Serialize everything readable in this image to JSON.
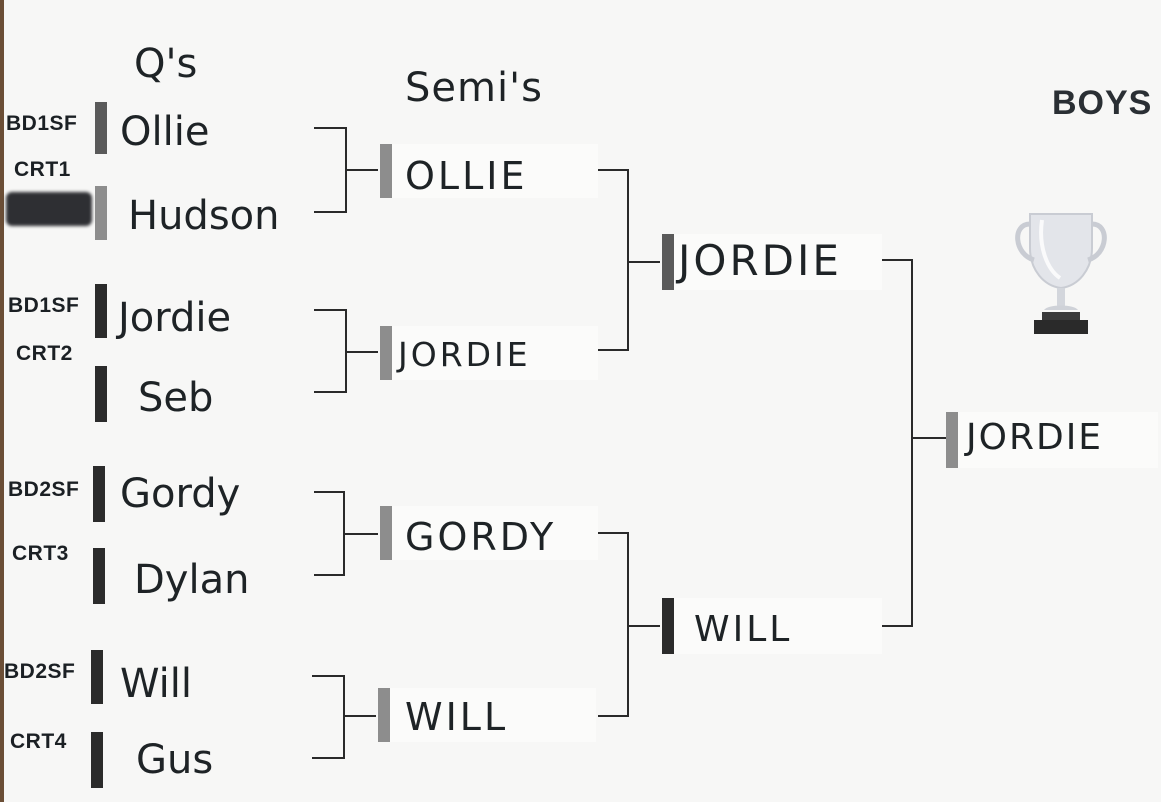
{
  "headers": {
    "quarters": "Q's",
    "semis": "Semi's",
    "division": "BOYS"
  },
  "quarterfinals": [
    {
      "code": "BD1SF",
      "court": "CRT1",
      "top": "Ollie",
      "bottom": "Hudson"
    },
    {
      "code": "BD1SF",
      "court": "CRT2",
      "top": "Jordie",
      "bottom": "Seb"
    },
    {
      "code": "BD2SF",
      "court": "CRT3",
      "top": "Gordy",
      "bottom": "Dylan"
    },
    {
      "code": "BD2SF",
      "court": "CRT4",
      "top": "Will",
      "bottom": "Gus"
    }
  ],
  "semifinals": [
    "OLLIE",
    "JORDIE",
    "GORDY",
    "WILL"
  ],
  "finals": [
    "JORDIE",
    "WILL"
  ],
  "champion": "JORDIE",
  "icons": {
    "trophy": "trophy-icon"
  },
  "colors": {
    "ink": "#1e2326",
    "bracket": "#2a2a2a",
    "paper": "#f7f7f6"
  }
}
